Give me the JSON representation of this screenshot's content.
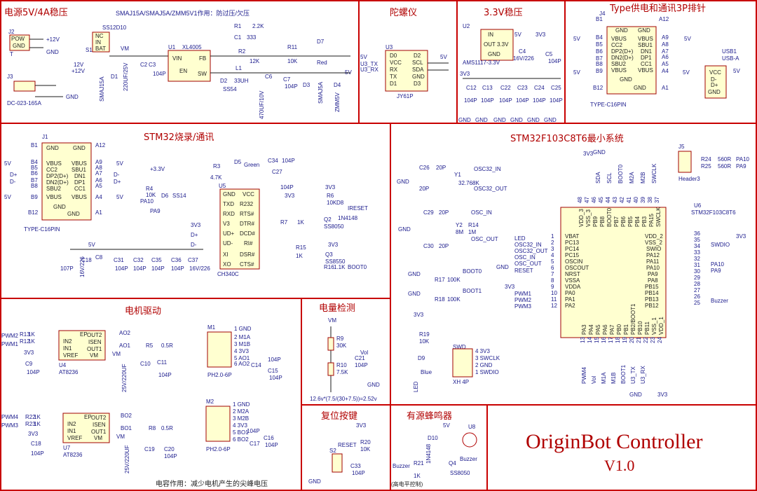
{
  "sections": {
    "power": "电源5V/4A稳压",
    "power_note": "SMAJ15A/SMAJ5A/ZMM5V1作用：防过压/欠压",
    "gyro": "陀螺仪",
    "reg33": "3.3V稳压",
    "typec": "Type供电和通讯3P排针",
    "stm32prog": "STM32烧录/通讯",
    "mcu": "STM32F103C8T6最小系统",
    "motor": "电机驱动",
    "battery": "电量检测",
    "reset": "复位按键",
    "buzzer": "有源蜂鸣器",
    "motor_note": "电容作用：减少电机产生的尖峰电压"
  },
  "title": {
    "main": "OriginBot Controller",
    "version": "V1.0"
  },
  "chips": {
    "u1": "U1",
    "u1n": "XL4005",
    "u2": "U2",
    "u2n": "AMS1117-3.3V",
    "u3": "U3",
    "u3n": "JY61P",
    "u4": "U4",
    "u4n": "AT8236",
    "u5": "U5",
    "u5n": "CH340C",
    "u6": "U6",
    "u6n": "STM32F103C8T6",
    "u7": "U7",
    "u7n": "AT8236",
    "u8": "U8",
    "u8n": "Buzzer",
    "j1n": "TYPE-C16PIN",
    "j4": "J4",
    "j4n": "TYPE-C16PIN",
    "usb1": "USB1",
    "usb1n": "USB-A",
    "j5": "J5",
    "j5n": "Header3",
    "m1": "M1",
    "m1n": "PH2.0-6P",
    "m2": "M2",
    "m2n": "PH2.0-6P",
    "swd": "SWD",
    "swdn": "XH 4P"
  },
  "labels": {
    "j2": "J2",
    "pow": "POW",
    "gnd": "GND",
    "t": "T",
    "p12v": "+12V",
    "v12": "12V",
    "j3": "J3",
    "dc": "DC-023-165A",
    "ss1": "SS12D10",
    "s1": "S1",
    "nc": "NC",
    "in": "IN",
    "bat": "BAT",
    "vm": "VM",
    "d1": "D1",
    "smaj15": "SMAJ15A",
    "c2": "C2",
    "c2v": "220UF/25V",
    "c3": "C3",
    "c104": "104P",
    "vin": "VIN",
    "fb": "FB",
    "en": "EN",
    "sw": "SW",
    "r1": "R1",
    "r1v": "2.2K",
    "c1": "C1",
    "c1v": "333",
    "r2": "R2",
    "r2v": "12K",
    "l1": "L1",
    "l1v": "33UH",
    "c6": "C6",
    "c6v": "470UF/10V",
    "c7": "C7",
    "d2": "D2",
    "d2n": "SS54",
    "r11": "R11",
    "r11v": "10K",
    "d7": "D7",
    "red": "Red",
    "d3": "D3",
    "d3n": "SMAJ5A",
    "d4": "D4",
    "d4n": "ZMM5V",
    "v5": "5V",
    "d0": "D0",
    "d1p": "D1",
    "d2p": "D2",
    "d3p": "D3",
    "vcc": "VCC",
    "rx": "RX",
    "tx": "TX",
    "scl": "SCL",
    "sda": "SDA",
    "u3tx": "U3_TX",
    "u3rx": "U3_RX",
    "out33": "OUT 3.3V",
    "c4": "C4",
    "c4v": "16V/226",
    "c5": "C5",
    "v33": "3V3",
    "c12": "C12",
    "c13": "C13",
    "c22": "C22",
    "c23": "C23",
    "c24": "C24",
    "c25": "C25",
    "b1": "B1",
    "a12": "A12",
    "b4": "B4",
    "a9": "A9",
    "b5": "B5",
    "a8": "A8",
    "b6": "B6",
    "a7": "A7",
    "b7": "B7",
    "a6": "A6",
    "b8": "B8",
    "a5": "A5",
    "b9": "B9",
    "a4": "A4",
    "b12": "B12",
    "a1": "A1",
    "vbus": "VBUS",
    "cc2": "CC2",
    "sbu1": "SBU1",
    "dp2": "DP2(D+)",
    "dn1": "DN1",
    "dn2": "DN2(D+)",
    "dp1": "DP1",
    "sbu2": "SBU2",
    "cc1": "CC1",
    "dp": "D+",
    "dm": "D-",
    "j1": "J1",
    "p33": "+3.3V",
    "r4": "R4",
    "r4v": "10K",
    "pa10": "PA10",
    "pa9": "PA9",
    "d6": "D6",
    "ss14": "SS14",
    "r3": "R3",
    "r3v": "4.7K",
    "d5": "D5",
    "green": "Green",
    "c34": "C34",
    "c27": "C27",
    "txd": "TXD",
    "rxd": "RXD",
    "v3": "V3",
    "udp": "UD+",
    "udm": "UD-",
    "xi": "XI",
    "xo": "XO",
    "r232": "R232",
    "rts": "RTS#",
    "dtr": "DTR#",
    "dcd": "DCD#",
    "ri": "RI#",
    "dsr": "DSR#",
    "cts": "CTS#",
    "r6": "R6",
    "r6v": "10K",
    "d8": "D8",
    "d8n": "1N4148",
    "iReset": "IRESET",
    "r7": "R7",
    "r7v": "1K",
    "q2": "Q2",
    "q2n": "SS8050",
    "r15": "R15",
    "r15v": "1K",
    "q3": "Q3",
    "q3n": "SS8550",
    "r16": "R16",
    "r16v": "1.1K",
    "boot0": "BOOT0",
    "c18": "C18",
    "c8": "C8",
    "c31": "C31",
    "c32": "C32",
    "c35": "C35",
    "c36": "C36",
    "c37": "C37",
    "c107": "107P",
    "v16": "16V/226",
    "c26": "C26",
    "c20p": "20P",
    "y1": "Y1",
    "y1v": "32.768K",
    "osc32in": "OSC32_IN",
    "osc32out": "OSC32_OUT",
    "c29": "C29",
    "y2": "Y2",
    "y2v": "8M",
    "r14": "R14",
    "r14v": "1M",
    "c30": "C30",
    "oscin": "OSC_IN",
    "oscout": "OSC_OUT",
    "r17": "R17",
    "r17v": "100K",
    "r18": "R18",
    "r18v": "100K",
    "boot1": "BOOT1",
    "r19": "R19",
    "r19v": "10K",
    "d9": "D9",
    "blue": "Blue",
    "led": "LED",
    "swd1": "1 SWDIO",
    "swd2": "2 GND",
    "swd3": "3 SWCLK",
    "swd4": "4 3V3",
    "r24": "R24",
    "r25": "R25",
    "r560": "560R",
    "vbat": "VBAT",
    "pc13": "PC13",
    "pc14": "PC14",
    "pc15": "PC15",
    "oscinp": "OSCIN",
    "oscoutp": "OSCOUT",
    "nrst": "NRST",
    "vssa": "VSSA",
    "vdda": "VDDA",
    "pa0": "PA0",
    "pa1": "PA1",
    "pa2": "PA2",
    "led_n": "LED",
    "osc_in": "OSC_IN",
    "osc_out": "OSC_OUT",
    "osc32_in": "OSC32_IN",
    "osc32_out": "OSC32_OUT",
    "reset_n": "RESET",
    "pwm1": "PWM1",
    "pwm2": "PWM2",
    "pwm3": "PWM3",
    "pwm4": "PWM4",
    "vdd2": "VDD_2",
    "vss2": "VSS_2",
    "swio": "SWIO",
    "pa12": "PA12",
    "pa11": "PA11",
    "pa10p": "PA10",
    "pa9p": "PA9",
    "pa8": "PA8",
    "pb15": "PB15",
    "pb14": "PB14",
    "pb13": "PB13",
    "pb12": "PB12",
    "swdio": "SWDIO",
    "buzzer_net": "Buzzer",
    "top_pins": [
      "VDD_3",
      "VSS_3",
      "PB9",
      "PB8",
      "BOOT0",
      "PB7",
      "PB6",
      "PB5",
      "PB4",
      "PB3",
      "PA15",
      "SWCLK"
    ],
    "top_nums": [
      "48",
      "47",
      "46",
      "45",
      "44",
      "43",
      "42",
      "41",
      "40",
      "39",
      "38",
      "37"
    ],
    "top_nets": [
      "SDA",
      "SCL",
      "BOOT0",
      "M2A",
      "M2B",
      "SWCLK"
    ],
    "bot_pins": [
      "PA3",
      "PA4",
      "PA5",
      "PA6",
      "PA7",
      "PB0",
      "PB1",
      "PB2/BOOT1",
      "PB10",
      "PB11",
      "VSS_1",
      "VDD_1"
    ],
    "bot_nums": [
      "13",
      "14",
      "15",
      "16",
      "17",
      "18",
      "19",
      "20",
      "21",
      "22",
      "23",
      "24"
    ],
    "bot_nets": [
      "PWM4",
      "Vol",
      "M1A",
      "M1B",
      "BOOT1",
      "U3_TX",
      "U3_RX"
    ],
    "left_nums": [
      "1",
      "2",
      "3",
      "4",
      "5",
      "6",
      "7",
      "8",
      "9",
      "10",
      "11",
      "12"
    ],
    "right_nums": [
      "36",
      "35",
      "34",
      "33",
      "32",
      "31",
      "30",
      "29",
      "28",
      "27",
      "26",
      "25"
    ],
    "pwm2n": "PWM2",
    "pwm1n": "PWM1",
    "pwm4n": "PWM4",
    "pwm3n": "PWM3",
    "r13": "R13",
    "r12": "R12",
    "r22": "R22",
    "r23": "R23",
    "r1k": "1K",
    "out2": "OUT2",
    "isen": "ISEN",
    "out1": "OUT1",
    "vmp": "VM",
    "in1": "IN1",
    "in2": "IN2",
    "vref": "VREF",
    "ep": "EP",
    "ao2": "AO2",
    "ao1": "AO1",
    "bo2": "BO2",
    "bo1": "BO1",
    "r5": "R5",
    "r5v": "0.5R",
    "r8": "R8",
    "c9": "C9",
    "c10": "C10",
    "c11": "C11",
    "c19": "C19",
    "c20": "C20",
    "c21": "C21",
    "c14": "C14",
    "c15": "C15",
    "c16": "C16",
    "c17": "C17",
    "c25v": "25V/220UF",
    "m1_1": "1 GND",
    "m1_2": "2 M1A",
    "m1_3": "3 M1B",
    "m1_4": "4 3V3",
    "m1_5": "5 AO1",
    "m1_6": "6 AO2",
    "m2_1": "1 GND",
    "m2_2": "2 M2A",
    "m2_3": "3 M2B",
    "m2_4": "4 3V3",
    "m2_5": "5 BO1",
    "m2_6": "6 BO2",
    "r9": "R9",
    "r9v": "30K",
    "r10": "R10",
    "r10v": "7.5K",
    "vol": "Vol",
    "volf": "12.6v*(7.5/(30+7.5))=2.52v",
    "s2": "S2",
    "reset": "RESET",
    "r20": "R20",
    "r20v": "10K",
    "c33": "C33",
    "d10": "D10",
    "d10n": "1N4148",
    "q4": "Q4",
    "q4n": "SS8050",
    "r21": "R21",
    "r21v": "1K",
    "buzzer": "Buzzer",
    "hl": "(高电平控制)"
  }
}
